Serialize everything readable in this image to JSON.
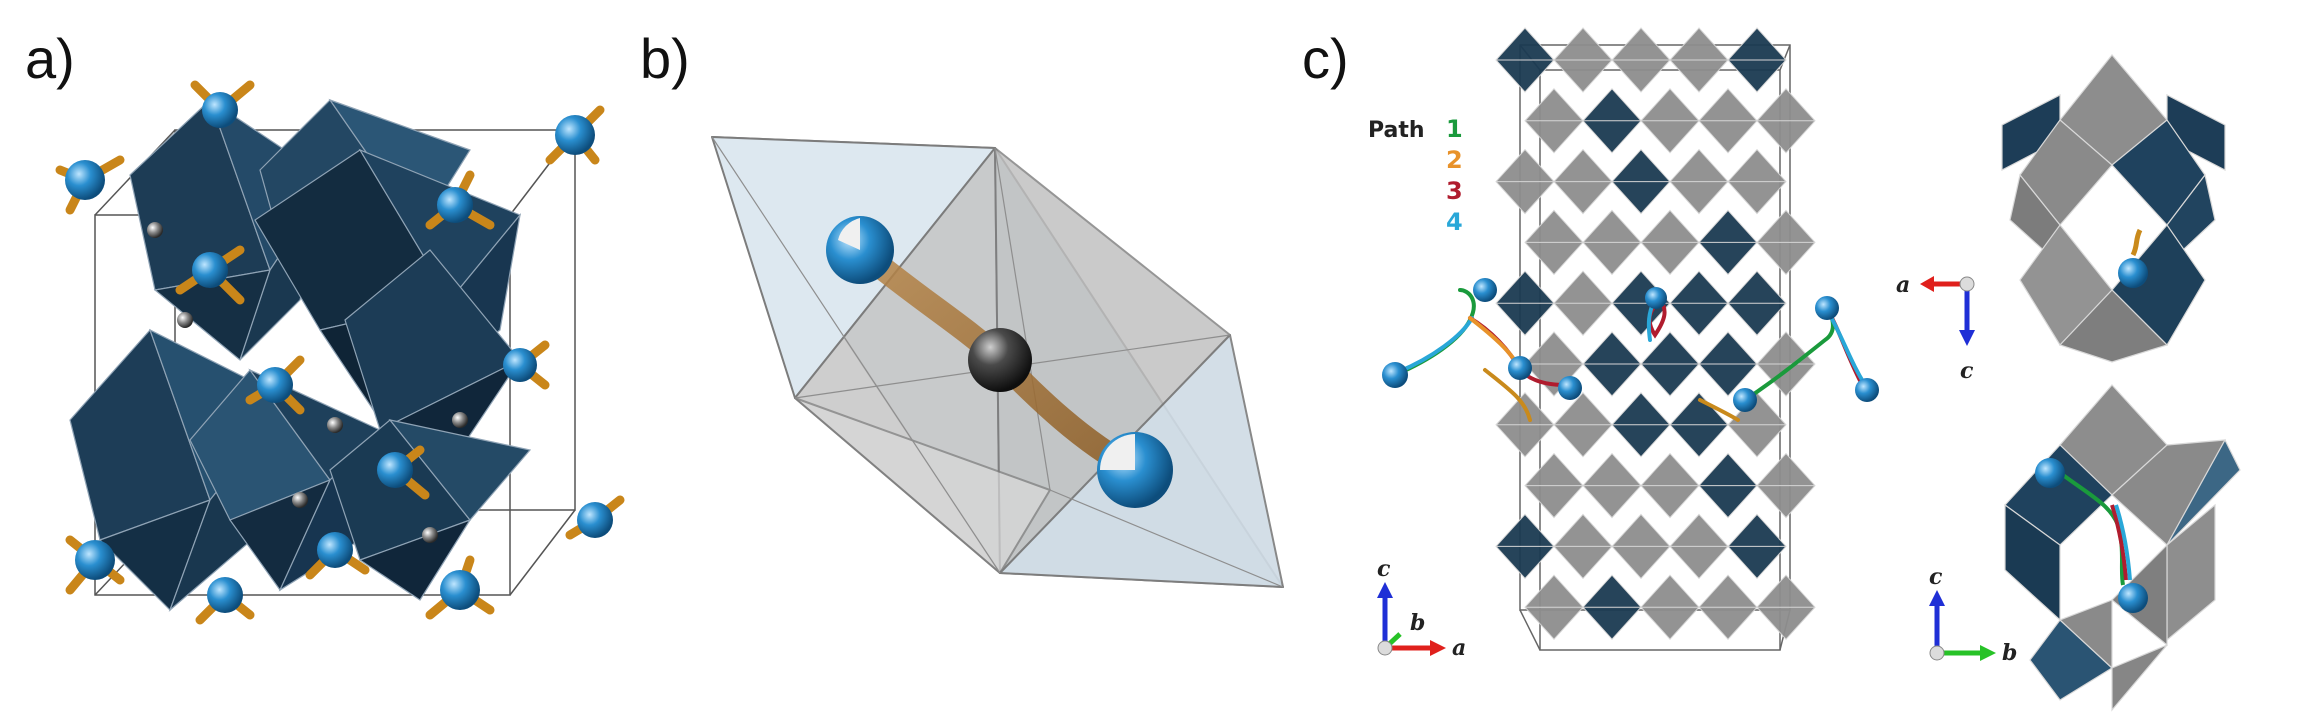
{
  "panels": [
    {
      "label": "a)"
    },
    {
      "label": "b)"
    },
    {
      "label": "c)"
    }
  ],
  "legend": {
    "title": "Path",
    "items": [
      {
        "label": "1",
        "color": "#1a9a3c"
      },
      {
        "label": "2",
        "color": "#e8922a"
      },
      {
        "label": "3",
        "color": "#b01c2e"
      },
      {
        "label": "4",
        "color": "#29a7d8"
      }
    ]
  },
  "axes": {
    "a_label": "a",
    "b_label": "b",
    "c_label": "c",
    "colors": {
      "a": "#e0201c",
      "b": "#27c227",
      "c": "#1f2fd6"
    }
  },
  "colors": {
    "dark_polyhedron": "#1b3a52",
    "grey_polyhedron": "#8e8e8e",
    "light_polyhedron": "#c9d8e4",
    "atom_blue": "#2a8fd0",
    "atom_white": "#f2f2f2",
    "path_orange": "#c98a1c"
  },
  "icons": [
    "octahedron-icon",
    "atom-icon",
    "axis-triad-icon"
  ]
}
